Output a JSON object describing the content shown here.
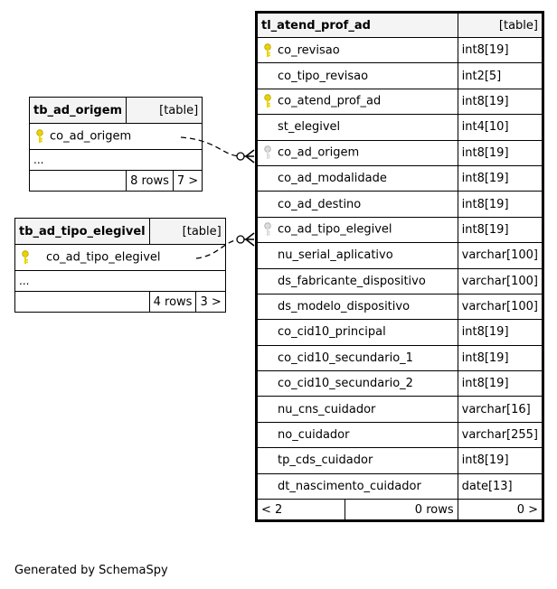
{
  "main_table": {
    "name": "tl_atend_prof_ad",
    "kind": "[table]",
    "columns": [
      {
        "name": "co_revisao",
        "type": "int8[19]",
        "key": "primary"
      },
      {
        "name": "co_tipo_revisao",
        "type": "int2[5]",
        "key": ""
      },
      {
        "name": "co_atend_prof_ad",
        "type": "int8[19]",
        "key": "primary"
      },
      {
        "name": "st_elegivel",
        "type": "int4[10]",
        "key": ""
      },
      {
        "name": "co_ad_origem",
        "type": "int8[19]",
        "key": "foreign"
      },
      {
        "name": "co_ad_modalidade",
        "type": "int8[19]",
        "key": ""
      },
      {
        "name": "co_ad_destino",
        "type": "int8[19]",
        "key": ""
      },
      {
        "name": "co_ad_tipo_elegivel",
        "type": "int8[19]",
        "key": "foreign"
      },
      {
        "name": "nu_serial_aplicativo",
        "type": "varchar[100]",
        "key": ""
      },
      {
        "name": "ds_fabricante_dispositivo",
        "type": "varchar[100]",
        "key": ""
      },
      {
        "name": "ds_modelo_dispositivo",
        "type": "varchar[100]",
        "key": ""
      },
      {
        "name": "co_cid10_principal",
        "type": "int8[19]",
        "key": ""
      },
      {
        "name": "co_cid10_secundario_1",
        "type": "int8[19]",
        "key": ""
      },
      {
        "name": "co_cid10_secundario_2",
        "type": "int8[19]",
        "key": ""
      },
      {
        "name": "nu_cns_cuidador",
        "type": "varchar[16]",
        "key": ""
      },
      {
        "name": "no_cuidador",
        "type": "varchar[255]",
        "key": ""
      },
      {
        "name": "tp_cds_cuidador",
        "type": "int8[19]",
        "key": ""
      },
      {
        "name": "dt_nascimento_cuidador",
        "type": "date[13]",
        "key": ""
      }
    ],
    "footer": {
      "parents": "< 2",
      "rows": "0 rows",
      "children": "0 >"
    }
  },
  "origem_table": {
    "name": "tb_ad_origem",
    "kind": "[table]",
    "column": "co_ad_origem",
    "ellipsis": "...",
    "footer": {
      "parents": "",
      "rows": "8 rows",
      "children": "7 >"
    }
  },
  "elegivel_table": {
    "name": "tb_ad_tipo_elegivel",
    "kind": "[table]",
    "column": "co_ad_tipo_elegivel",
    "ellipsis": "...",
    "footer": {
      "parents": "",
      "rows": "4 rows",
      "children": "3 >"
    }
  },
  "generated_by": "Generated by SchemaSpy",
  "colors": {
    "primary_key": "#e8d400",
    "foreign_key": "#aaaaaa",
    "title_bg": "#f4f4f4"
  }
}
